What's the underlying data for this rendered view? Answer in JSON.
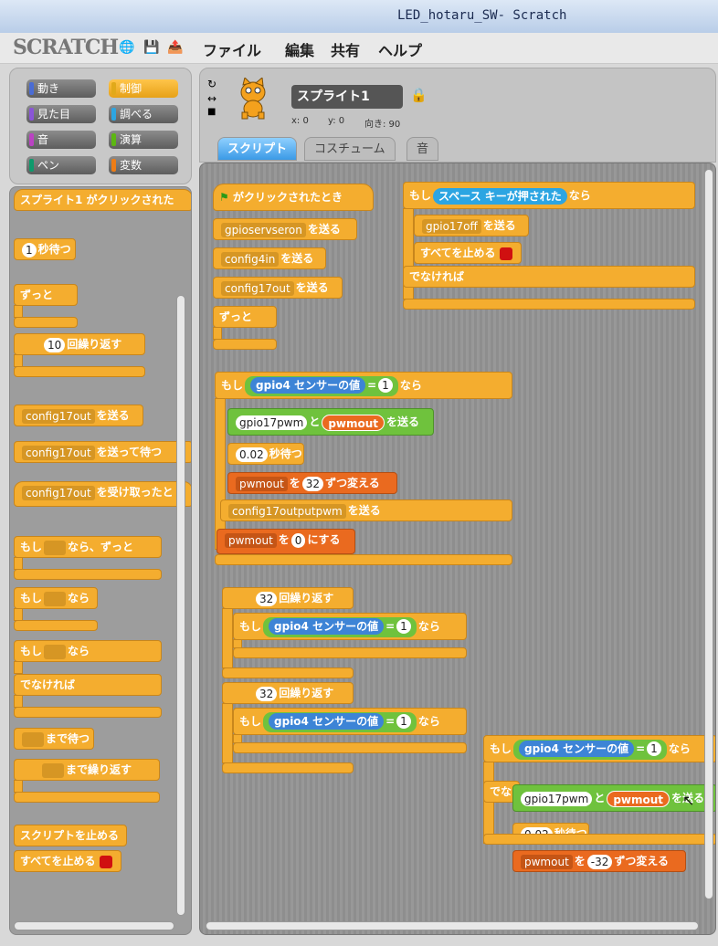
{
  "window": {
    "title": "LED_hotaru_SW- Scratch"
  },
  "menu": {
    "logo": "SCRATCH",
    "items": [
      "ファイル",
      "編集",
      "共有",
      "ヘルプ"
    ]
  },
  "categories": [
    {
      "label": "動き",
      "color": "#4a6cd4"
    },
    {
      "label": "制御",
      "color": "#e1a91a",
      "selected": true
    },
    {
      "label": "見た目",
      "color": "#8a55d7"
    },
    {
      "label": "調べる",
      "color": "#2ca5e2"
    },
    {
      "label": "音",
      "color": "#bb42c3"
    },
    {
      "label": "演算",
      "color": "#5cb712"
    },
    {
      "label": "ペン",
      "color": "#0e9a6c"
    },
    {
      "label": "変数",
      "color": "#ee7d16"
    }
  ],
  "sprite": {
    "name": "スプライト1",
    "x_label": "x: 0",
    "y_label": "y: 0",
    "direction_label": "向き: 90"
  },
  "tabs": [
    "スクリプト",
    "コスチューム",
    "音"
  ],
  "palette": {
    "hat_click": "スプライト1 がクリックされた",
    "wait_num": "1",
    "wait_label": "秒待つ",
    "forever": "ずっと",
    "repeat_num": "10",
    "repeat_label": "回繰り返す",
    "broadcast_val": "config17out",
    "broadcast_label": "を送る",
    "broadcast_wait_val": "config17out",
    "broadcast_wait_label": "を送って待つ",
    "receive_val": "config17out",
    "receive_label": "を受け取ったと",
    "if_forever_a": "もし",
    "if_forever_b": "なら、ずっと",
    "if_a": "もし",
    "if_b": "なら",
    "ifelse_a": "もし",
    "ifelse_b": "なら",
    "else": "でなければ",
    "wait_until": "まで待つ",
    "repeat_until": "まで繰り返す",
    "stop_script": "スクリプトを止める",
    "stop_all": "すべてを止める"
  },
  "scripts": {
    "flag_hat": "がクリックされたとき",
    "b1_val": "gpioservseron",
    "send": "を送る",
    "b2_val": "config4in",
    "b3_val": "config17out",
    "forever": "ずっと",
    "if1_a": "もし",
    "if1_sensor": "gpio4",
    "if1_sensor_label": "センサーの値",
    "eq": "=",
    "if1_num": "1",
    "if1_b": "なら",
    "join_a": "gpio17pwm",
    "join_and": "と",
    "join_var": "pwmout",
    "wait_num": "0.02",
    "wait_label": "秒待つ",
    "chg_var": "pwmout",
    "chg_a": "を",
    "chg_num": "32",
    "chg_b": "ずつ変える",
    "b_pwm_val": "config17outputpwm",
    "set_var": "pwmout",
    "set_a": "を",
    "set_num": "0",
    "set_b": "にする",
    "rep1_num": "32",
    "rep_label": "回繰り返す",
    "rep2_num": "32",
    "key_if_a": "もし",
    "key_name": "スペース",
    "key_label": "キーが押された",
    "key_if_b": "なら",
    "off_val": "gpio17off",
    "stop_all": "すべてを止める",
    "else": "でなければ",
    "drag_chg_num": "-32"
  }
}
